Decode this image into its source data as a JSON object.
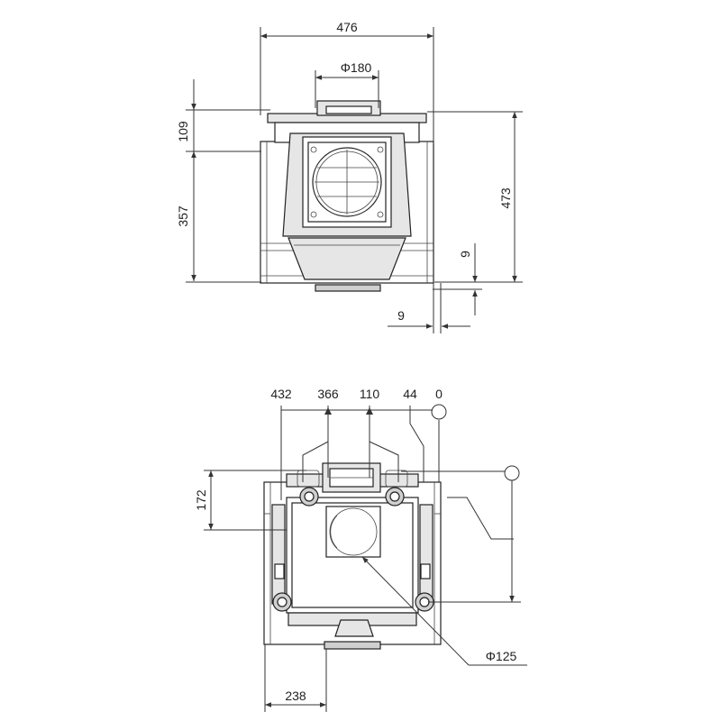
{
  "top_view": {
    "dims": {
      "width": "476",
      "duct": "Φ180",
      "top_height": "109",
      "body_height": "357",
      "total_height": "473",
      "offset_vertical": "9",
      "offset_horizontal": "9"
    }
  },
  "bottom_view": {
    "dims": {
      "d432": "432",
      "d366": "366",
      "d110": "110",
      "d44": "44",
      "d0": "0",
      "d172": "172",
      "d238": "238",
      "duct": "Φ125"
    }
  },
  "colors": {
    "line": "#222222",
    "fill_light": "#e6e6e6",
    "fill_mid": "#cfcfcf"
  }
}
